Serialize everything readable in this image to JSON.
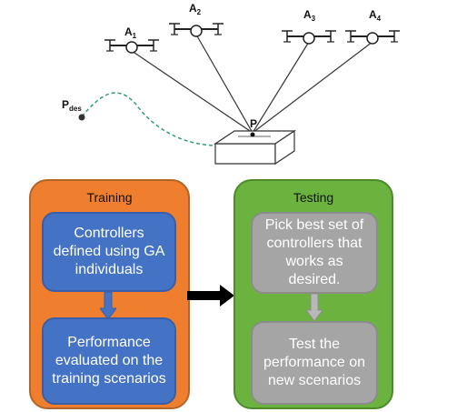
{
  "scene": {
    "drones": [
      {
        "label": "A",
        "sub": "1"
      },
      {
        "label": "A",
        "sub": "2"
      },
      {
        "label": "A",
        "sub": "3"
      },
      {
        "label": "A",
        "sub": "4"
      }
    ],
    "payload_label": "P",
    "desired": {
      "label": "P",
      "sub": "des"
    }
  },
  "training": {
    "title": "Training",
    "step1": "Controllers defined using GA individuals",
    "step2": "Performance evaluated on the training scenarios"
  },
  "testing": {
    "title": "Testing",
    "step1": "Pick best set of controllers that works as desired.",
    "step2": "Test the performance on new scenarios"
  },
  "colors": {
    "training_panel": "#ef7e2e",
    "testing_panel": "#6bb23f",
    "training_boxes": "#4472c4",
    "testing_boxes": "#a5a5a5",
    "trajectory": "#2e9e6e"
  }
}
